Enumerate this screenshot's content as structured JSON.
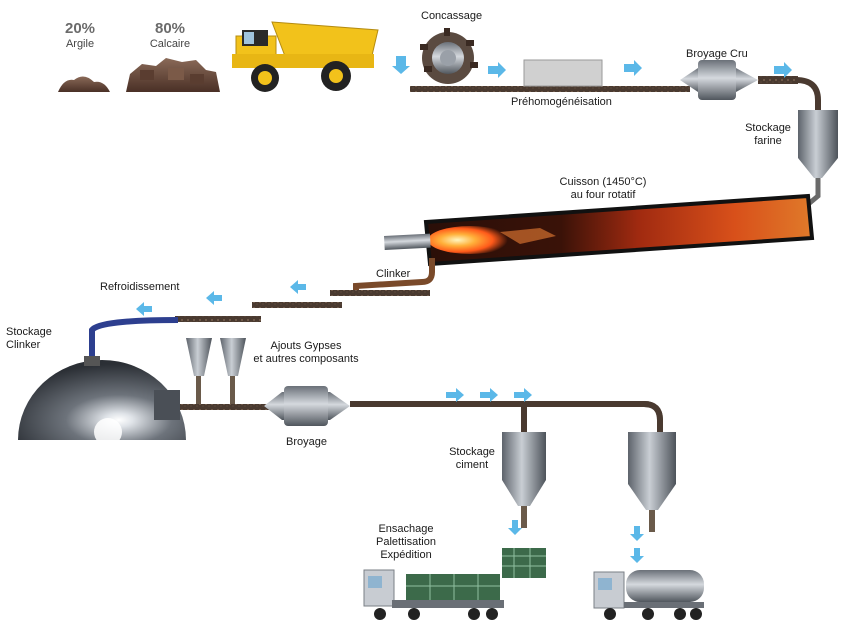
{
  "materials": {
    "argile": {
      "percent": "20%",
      "name": "Argile"
    },
    "calcaire": {
      "percent": "80%",
      "name": "Calcaire"
    }
  },
  "labels": {
    "concassage": "Concassage",
    "prehomogeneisation": "Préhomogénéisation",
    "broyage_cru": "Broyage Cru",
    "stockage_farine_1": "Stockage",
    "stockage_farine_2": "farine",
    "cuisson_1": "Cuisson (1450°C)",
    "cuisson_2": "au four rotatif",
    "clinker": "Clinker",
    "refroidissement": "Refroidissement",
    "stockage_clinker_1": "Stockage",
    "stockage_clinker_2": "Clinker",
    "ajouts_1": "Ajouts Gypses",
    "ajouts_2": "et autres composants",
    "broyage": "Broyage",
    "stockage_ciment_1": "Stockage",
    "stockage_ciment_2": "ciment",
    "ensachage_1": "Ensachage",
    "ensachage_2": "Palettisation",
    "ensachage_3": "Expédition"
  },
  "colors": {
    "arrow": "#5bb8e8",
    "steel": "#8a9099",
    "belt": "#3a3a3a",
    "earth": "#6b4a3a",
    "blue_line": "#2d3f8f",
    "truck_yellow": "#f2c21b",
    "kiln_glow": "#ff5a1a"
  }
}
